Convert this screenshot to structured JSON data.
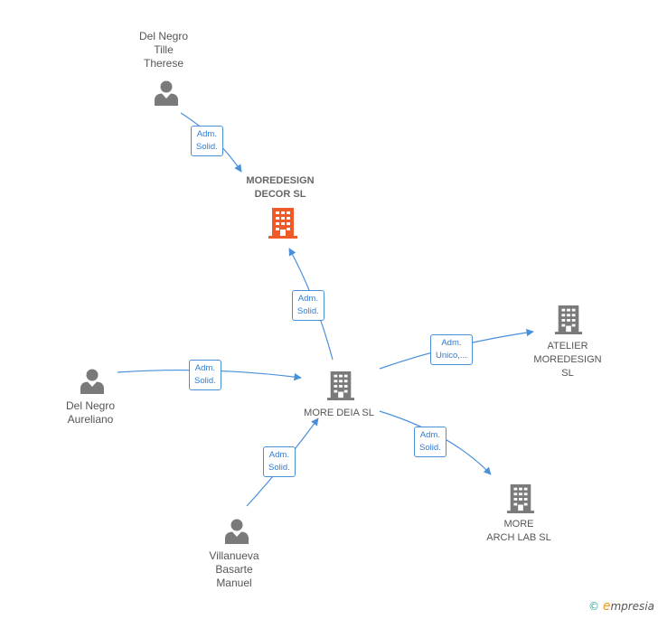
{
  "colors": {
    "edge": "#4a90d9",
    "person": "#7a7a7a",
    "company": "#7a7a7a",
    "main_company": "#f05a28"
  },
  "nodes": {
    "tille": {
      "lines": [
        "Del Negro",
        "Tille",
        "Therese"
      ],
      "icon": "person-icon"
    },
    "moredesign_decor": {
      "lines": [
        "MOREDESIGN",
        "DECOR  SL"
      ],
      "icon": "building-icon"
    },
    "atelier": {
      "lines": [
        "ATELIER",
        "MOREDESIGN",
        "SL"
      ],
      "icon": "building-icon"
    },
    "aureliano": {
      "lines": [
        "Del Negro",
        "Aureliano"
      ],
      "icon": "person-icon"
    },
    "more_deia": {
      "lines": [
        "MORE DEIA  SL"
      ],
      "icon": "building-icon"
    },
    "more_arch": {
      "lines": [
        "MORE",
        "ARCH LAB  SL"
      ],
      "icon": "building-icon"
    },
    "villanueva": {
      "lines": [
        "Villanueva",
        "Basarte",
        "Manuel"
      ],
      "icon": "person-icon"
    }
  },
  "edges": [
    {
      "id": "tille-decor",
      "lines": [
        "Adm.",
        "Solid."
      ]
    },
    {
      "id": "deia-decor",
      "lines": [
        "Adm.",
        "Solid."
      ]
    },
    {
      "id": "deia-atelier",
      "lines": [
        "Adm.",
        "Unico,..."
      ]
    },
    {
      "id": "aureliano-deia",
      "lines": [
        "Adm.",
        "Solid."
      ]
    },
    {
      "id": "deia-arch",
      "lines": [
        "Adm.",
        "Solid."
      ]
    },
    {
      "id": "villanueva-deia",
      "lines": [
        "Adm.",
        "Solid."
      ]
    }
  ],
  "footer": {
    "copyright": "©",
    "brand_initial": "e",
    "brand_rest": "mpresia"
  }
}
